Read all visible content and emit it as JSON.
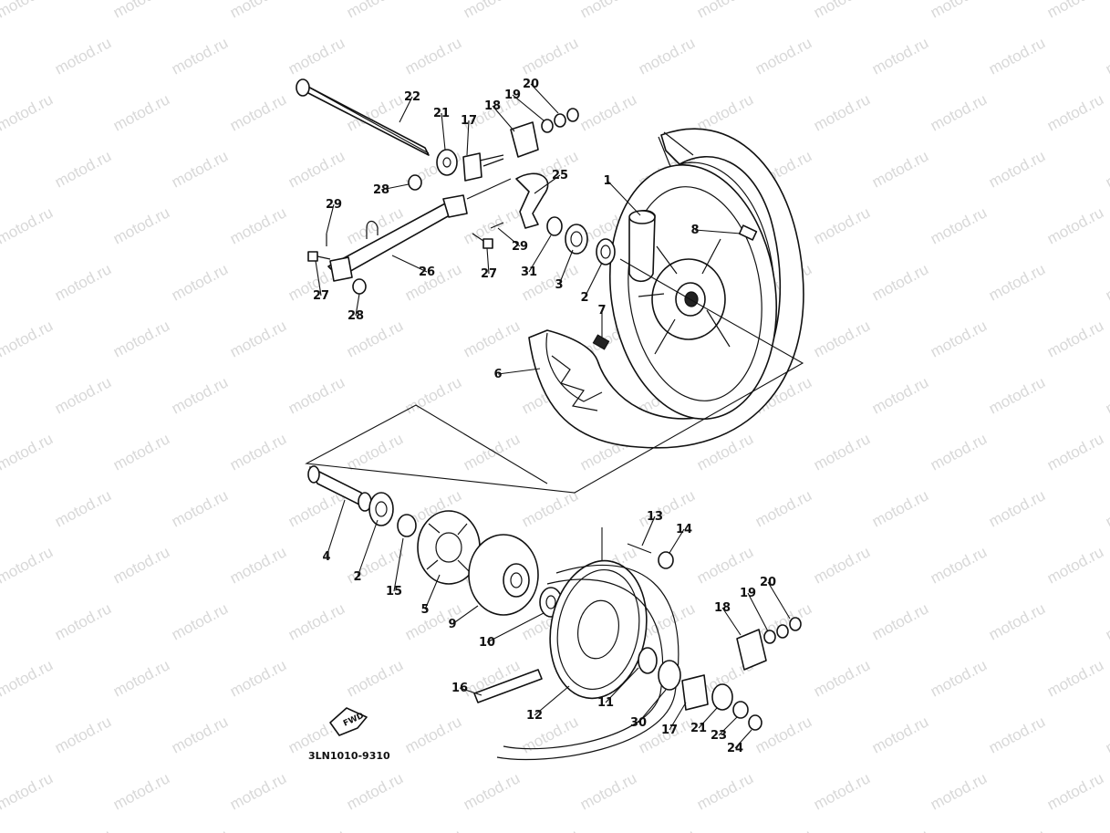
{
  "watermark": "motod.ru",
  "diagram_code": "3LN1010-9310",
  "fwd_label": "FWD",
  "callouts": {
    "c1": "1",
    "c2a": "2",
    "c2b": "2",
    "c3": "3",
    "c4": "4",
    "c5": "5",
    "c6": "6",
    "c7": "7",
    "c8": "8",
    "c9": "9",
    "c10": "10",
    "c11": "11",
    "c12": "12",
    "c13": "13",
    "c14": "14",
    "c15": "15",
    "c16": "16",
    "c17a": "17",
    "c17b": "17",
    "c18a": "18",
    "c18b": "18",
    "c19a": "19",
    "c19b": "19",
    "c20a": "20",
    "c20b": "20",
    "c21a": "21",
    "c21b": "21",
    "c22": "22",
    "c23": "23",
    "c24": "24",
    "c25": "25",
    "c26": "26",
    "c27a": "27",
    "c27b": "27",
    "c28a": "28",
    "c28b": "28",
    "c29a": "29",
    "c29b": "29",
    "c30": "30",
    "c31": "31"
  }
}
